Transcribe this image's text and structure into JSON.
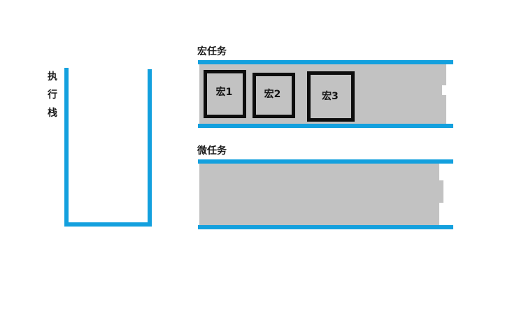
{
  "diagram": {
    "background_color": "#FFFFFF",
    "accent_color": "#13A0DE",
    "fill_color": "#C2C2C2",
    "outline_color": "#0D0D0D"
  },
  "execution_stack": {
    "label_chars": [
      "执",
      "行",
      "栈"
    ],
    "label_full": "执行栈"
  },
  "macro_queue": {
    "title": "宏任务",
    "tasks": [
      {
        "label": "宏1"
      },
      {
        "label": "宏2"
      },
      {
        "label": "宏3"
      }
    ]
  },
  "micro_queue": {
    "title": "微任务",
    "tasks": []
  }
}
